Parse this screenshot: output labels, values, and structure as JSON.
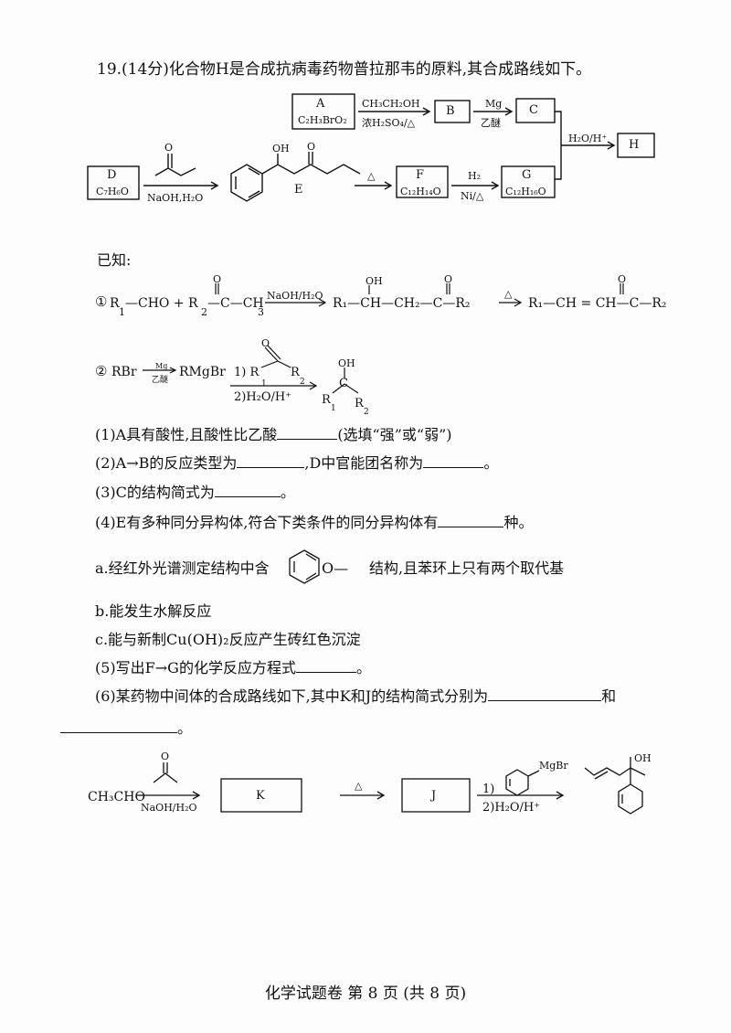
{
  "question": {
    "header": "19.(14分)化合物H是合成抗病毒药物普拉那韦的原料,其合成路线如下。"
  },
  "scheme": {
    "A_label": "A",
    "A_formula": "C₂H₃BrO₂",
    "reagent_AB_top": "CH₃CH₂OH",
    "reagent_AB_bottom": "浓H₂SO₄/△",
    "B_label": "B",
    "reagent_BC_top": "Mg",
    "reagent_BC_bottom": "乙醚",
    "C_label": "C",
    "reagent_H_top": "H₂O/H⁺",
    "H_label": "H",
    "D_label": "D",
    "D_formula": "C₇H₆O",
    "reagent_DE_bottom": "NaOH,H₂O",
    "O_atom": "O",
    "OH_group": "OH",
    "E_label": "E",
    "reagent_EF_top": "△",
    "F_label": "F",
    "F_formula": "C₁₂H₁₄O",
    "reagent_FG_top": "H₂",
    "reagent_FG_bottom": "Ni/△",
    "G_label": "G",
    "G_formula": "C₁₂H₁₆O"
  },
  "known": {
    "title": "已知:",
    "r1_num": "①",
    "r1_R1": "R",
    "r1_sub1": "1",
    "r1_cho": "—CHO + R",
    "r1_sub2": "2",
    "r1_c": "—C—CH",
    "r1_sub3": "3",
    "r1_cond": "NaOH/H₂O",
    "r1_prod1": "R₁—CH—CH₂—C—R₂",
    "r1_delta": "△",
    "r1_prod2": "R₁—CH = CH—C—R₂",
    "r1_O": "O",
    "r1_OH": "OH",
    "r2_num": "②",
    "r2_left": "RBr",
    "r2_mg": "Mg",
    "r2_ether": "乙醚",
    "r2_grignard": "RMgBr",
    "r2_step1": "1) R",
    "r2_step1_sub": "1",
    "r2_R2": "R",
    "r2_R2_sub": "2",
    "r2_step2": "2)H₂O/H⁺",
    "r2_O": "O",
    "r2_OH": "OH",
    "r2_R": "R",
    "r2_sub1": "1",
    "r2_sub2": "2",
    "r2_C": "C"
  },
  "questions": {
    "q1_a": "(1)A具有酸性,且酸性比乙酸",
    "q1_b": "(选填“强”或“弱”)",
    "q2_a": "(2)A→B的反应类型为",
    "q2_b": ",D中官能团名称为",
    "q2_c": "。",
    "q3_a": "(3)C的结构简式为",
    "q3_b": "。",
    "q4_a": "(4)E有多种同分异构体,符合下类条件的同分异构体有",
    "q4_b": "种。",
    "cond_a_1": "a.经红外光谱测定结构中含",
    "cond_a_frag": "O—",
    "cond_a_2": "结构,且苯环上只有两个取代基",
    "cond_b": "b.能发生水解反应",
    "cond_c": "c.能与新制Cu(OH)₂反应产生砖红色沉淀",
    "q5_a": "(5)写出F→G的化学反应方程式",
    "q5_b": "。",
    "q6_a": "(6)某药物中间体的合成路线如下,其中K和J的结构简式分别为",
    "q6_b": "和",
    "q6_c": "。"
  },
  "scheme2": {
    "start": "CH₃CHO",
    "O_atom": "O",
    "cond1": "NaOH/H₂O",
    "K_label": "K",
    "delta": "△",
    "J_label": "J",
    "step1": "1)",
    "mgbr": "MgBr",
    "step2": "2)H₂O/H⁺",
    "OH": "OH"
  },
  "footer": {
    "text": "化学试题卷 第 8 页 (共 8 页)"
  }
}
